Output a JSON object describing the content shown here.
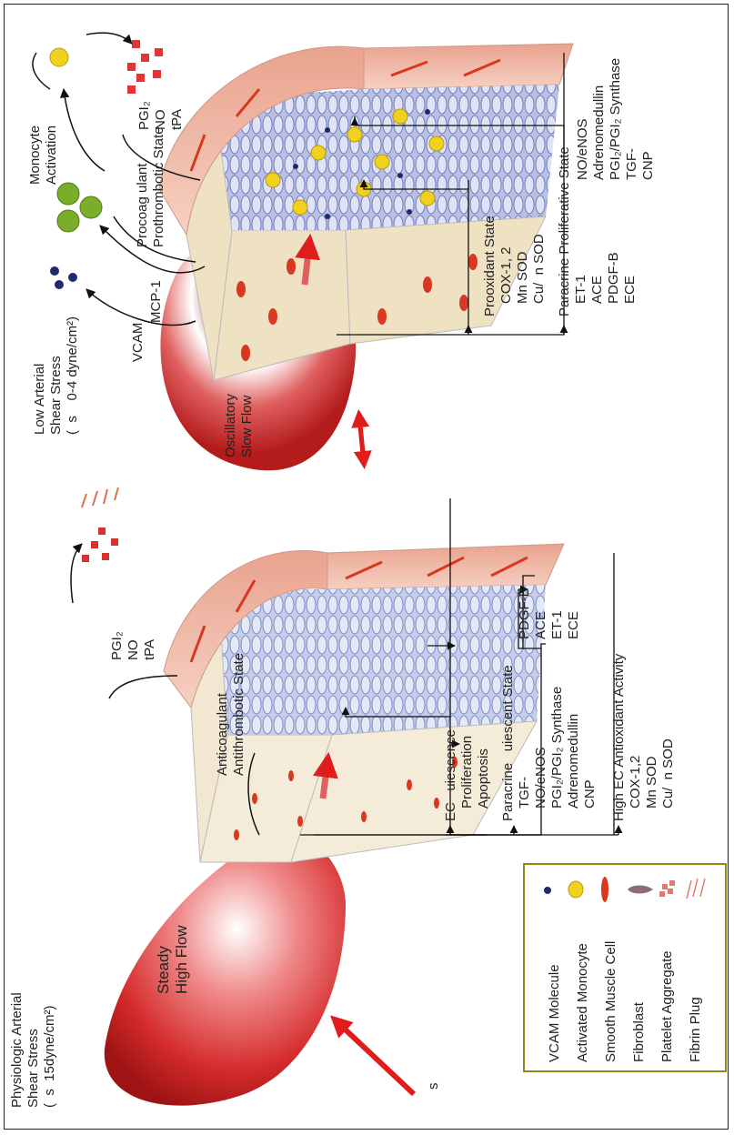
{
  "left": {
    "title": [
      "Physiologic Arterial",
      "Shear Stress",
      "(  s  15dyne/cm²)"
    ],
    "flow_label": [
      "Steady",
      "High Flow"
    ],
    "s_label": "s",
    "state_label": [
      "Anticoagulant",
      "Antithrombotic State"
    ],
    "released": [
      "PGI₂",
      "NO",
      "tPA"
    ],
    "ec_quiescence": {
      "heading": "EC   uiescence",
      "items": [
        "Proliferation",
        "Apoptosis"
      ]
    },
    "paracrine": {
      "heading": "Paracrine   uiescent State",
      "items_up": [
        "TGF-",
        "NO/eNOS",
        "PGI₂/PGI₂ Synthase",
        "Adrenomedullin",
        "CNP"
      ],
      "items_down": [
        "PDGF-B",
        "ACE",
        "ET-1",
        "ECE"
      ]
    },
    "antioxidant": {
      "heading": "High EC Antioxidant Activity",
      "items": [
        "COX-1,2",
        "Mn SOD",
        "Cu/  n SOD"
      ]
    }
  },
  "right": {
    "title": [
      "Low Arterial",
      "Shear Stress",
      "(  s    0-4 dyne/cm²)"
    ],
    "flow_label": [
      "Oscillatory",
      "Slow Flow"
    ],
    "vcam": "VCAM",
    "mcp": "MCP-1",
    "procoag": [
      "Procoag ulant",
      "Prothrombotic State"
    ],
    "monocyte": [
      "Monocyte",
      "Activation"
    ],
    "released": [
      "PGI₂",
      "NO",
      "tPA"
    ],
    "prooxidant": {
      "heading": "Prooxidant State",
      "items": [
        "COX-1, 2",
        "Mn SOD",
        "Cu/  n SOD"
      ]
    },
    "paracrine": {
      "heading": "Paracrine Proliferative State",
      "items_up": [
        "ET-1",
        "ACE",
        "PDGF-B",
        "ECE"
      ],
      "items_down": [
        "NO/eNOS",
        "Adrenomedullin",
        "PGI₂/PGI₂ Synthase",
        "TGF-",
        "CNP"
      ]
    }
  },
  "legend": [
    {
      "label": "VCAM Molecule",
      "icon": "vcam-molecule-icon"
    },
    {
      "label": "Activated Monocyte",
      "icon": "activated-monocyte-icon"
    },
    {
      "label": "Smooth Muscle Cell",
      "icon": "smooth-muscle-cell-icon"
    },
    {
      "label": "Fibroblast",
      "icon": "fibroblast-icon"
    },
    {
      "label": "Platelet Aggregate",
      "icon": "platelet-aggregate-icon"
    },
    {
      "label": "Fibrin Plug",
      "icon": "fibrin-plug-icon"
    }
  ],
  "colors": {
    "flow_red": "#d42a2a",
    "vessel_pink": "#f0b9a8",
    "endothelium_blue": "#a7b2dd",
    "legend_border": "#8f8a16",
    "monocyte_yellow": "#f0d21e",
    "monocyte_green": "#7aae2a"
  }
}
